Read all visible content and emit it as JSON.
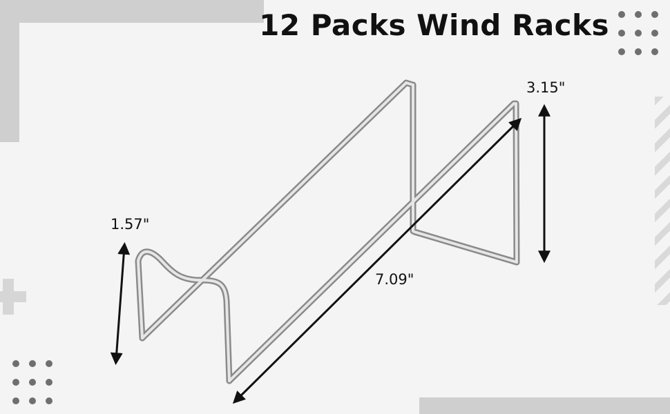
{
  "title": "12 Packs Wind Racks",
  "dimensions": {
    "height": "1.57\"",
    "width": "3.15\"",
    "length": "7.09\""
  },
  "colors": {
    "background": "#f4f4f4",
    "decoration_gray": "#cfcfcf",
    "dot_gray": "#6f6f6f",
    "wire_silver": "#b8b8b8",
    "text": "#111111"
  }
}
